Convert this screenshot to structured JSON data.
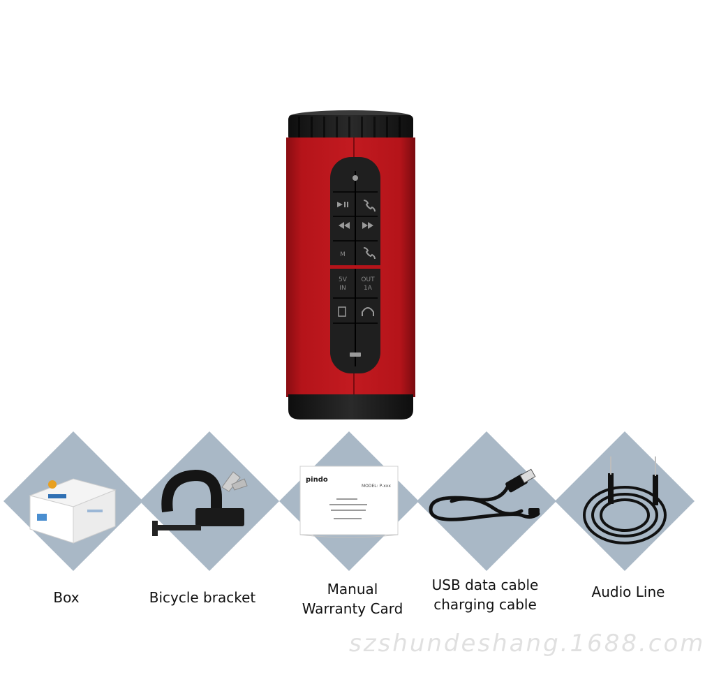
{
  "product": {
    "name": "speaker",
    "colors": {
      "body": "#b5141a",
      "caps": "#1c1c1c",
      "panel": "#1f1f1f"
    },
    "panel_icons": [
      "power-icon",
      "play-pause-icon",
      "phone-icon",
      "previous-icon",
      "next-icon",
      "mode-icon",
      "call-icon",
      "five-volt-in-label",
      "five-volt-out-label",
      "tf-card-icon",
      "headphone-icon",
      "usb-port-icon"
    ],
    "panel_labels": {
      "in_top": "5V",
      "in_bottom": "IN",
      "out_top": "OUT",
      "out_bottom": "1A",
      "mode": "M"
    }
  },
  "accessories": [
    {
      "label": "Box",
      "icon": "box-icon"
    },
    {
      "label": "Bicycle bracket",
      "icon": "bicycle-bracket-icon"
    },
    {
      "label": "Manual\nWarranty Card",
      "icon": "manual-icon"
    },
    {
      "label": "USB data cable\ncharging cable",
      "icon": "usb-cable-icon"
    },
    {
      "label": "Audio Line",
      "icon": "audio-line-icon"
    }
  ],
  "manual_card": {
    "brand": "pindo",
    "model": "MODEL: P-xxx"
  },
  "diamond_color": "#a9b8c6",
  "watermark": "szshundeshang.1688.com"
}
